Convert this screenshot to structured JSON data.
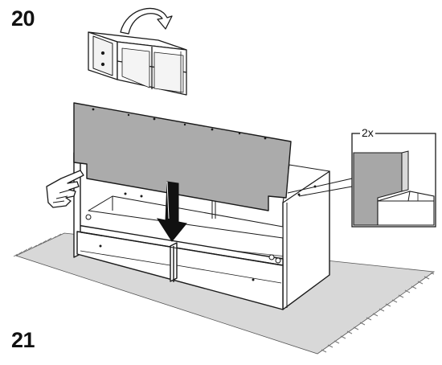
{
  "steps": {
    "current": "20",
    "next": "21"
  },
  "detail": {
    "quantity": "2x"
  },
  "colors": {
    "panel": "#a9a9a9",
    "panel_dark": "#8e8e8e",
    "line": "#1a1a1a",
    "rug": "#d6d6d6",
    "background": "#ffffff"
  },
  "icons": {
    "rotate_arrow": "curved-arrow-icon",
    "down_arrow": "down-arrow-icon",
    "hand": "pointing-hand-icon"
  }
}
